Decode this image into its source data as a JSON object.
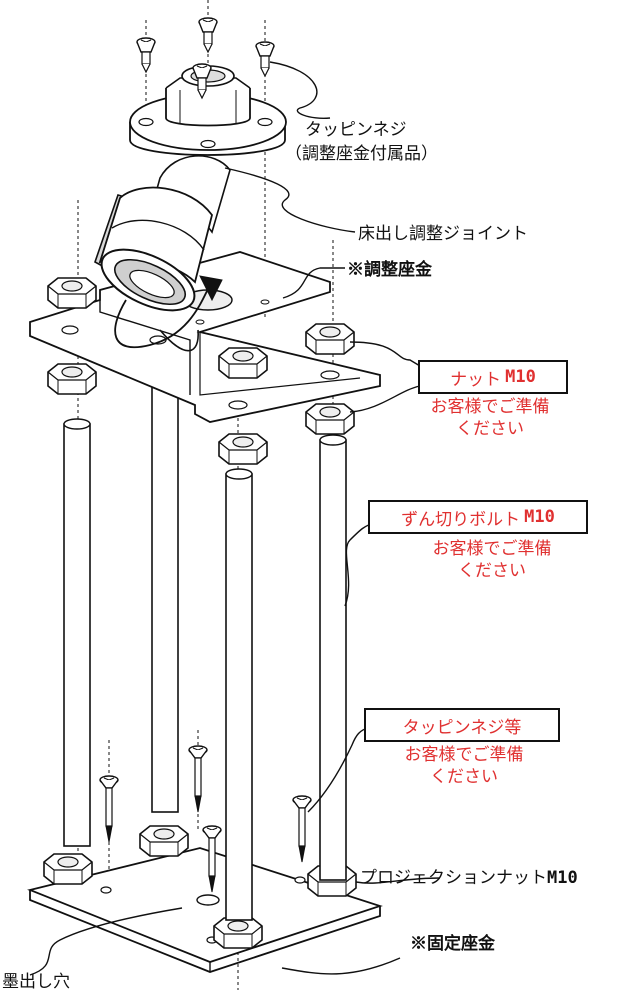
{
  "labels": {
    "tapping_screw": "タッピンネジ",
    "tapping_screw_sub": "（調整座金付属品）",
    "floor_joint": "床出し調整ジョイント",
    "adjust_washer": "※調整座金",
    "nut_box_text": "ナット",
    "nut_box_size": "M10",
    "bolt_box_text": "ずん切りボルト",
    "bolt_box_size": "M10",
    "screw_box_text": "タッピンネジ等",
    "projection_nut": "プロジェクションナット",
    "projection_nut_size": "M10",
    "fixed_washer": "※固定座金",
    "marking_hole": "墨出し穴"
  },
  "notes": {
    "customer_line1": "お客様でご準備",
    "customer_line2": "ください"
  },
  "colors": {
    "accent_red": "#e03030",
    "line": "#111111",
    "part_fill": "#ffffff",
    "shade": "#d8d8d8"
  }
}
